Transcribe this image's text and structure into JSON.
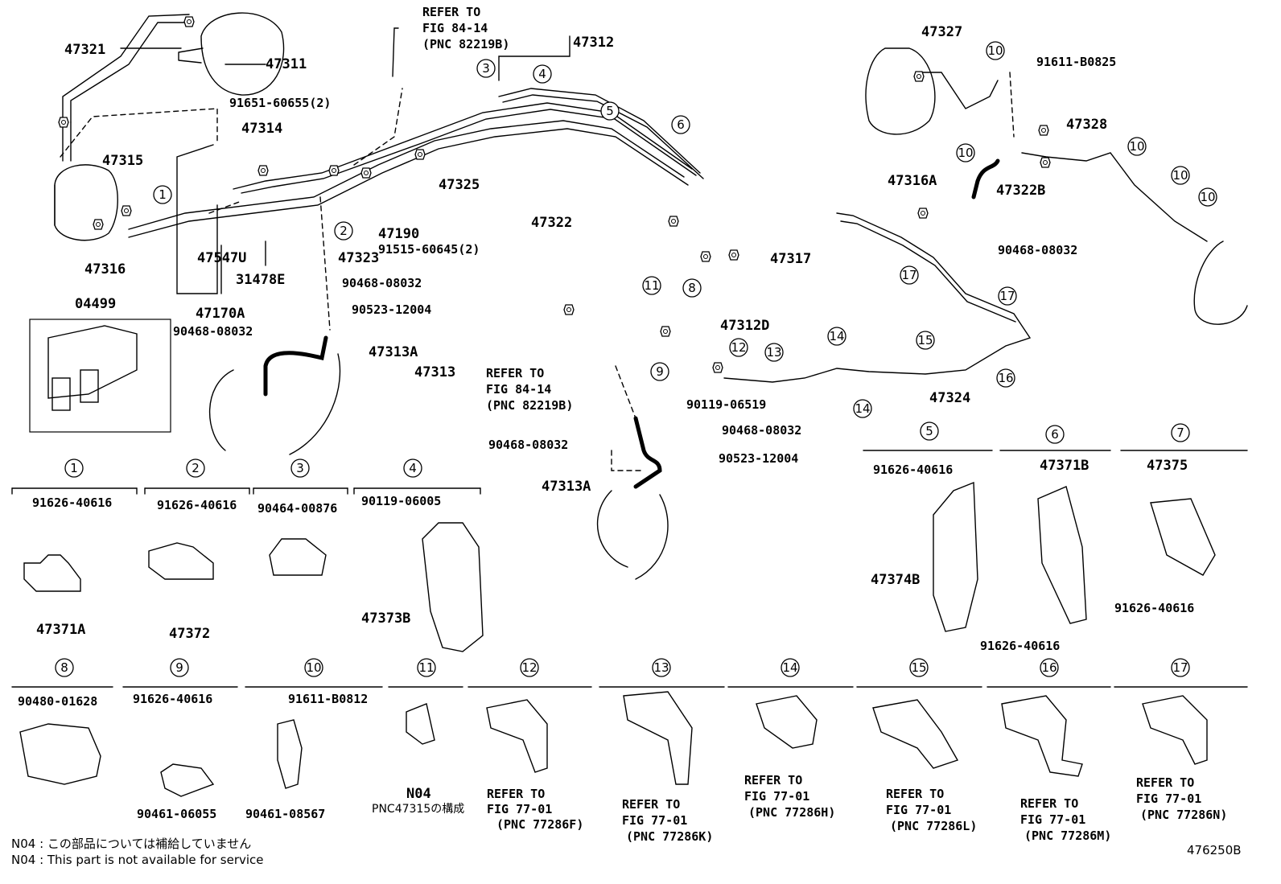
{
  "diagram_id": "476250B",
  "parts": {
    "p47321": "47321",
    "p47311": "47311",
    "p47312": "47312",
    "refer_top_1": "REFER TO",
    "refer_top_2": "FIG 84-14",
    "refer_top_3": "(PNC 82219B)",
    "p47327": "47327",
    "p91611_b0825": "91611-B0825",
    "p91651": "91651-60655(2)",
    "p47314": "47314",
    "p47315": "47315",
    "p47325": "47325",
    "p47328": "47328",
    "p47316a": "47316A",
    "p47322b": "47322B",
    "p47322": "47322",
    "p47190": "47190",
    "p91515": "91515-60645(2)",
    "p47323": "47323",
    "p47317": "47317",
    "p47316": "47316",
    "p47547u": "47547U",
    "p31478e": "31478E",
    "p90468_a": "90468-08032",
    "p90468_b": "90468-08032",
    "p47170a": "47170A",
    "p90523_a": "90523-12004",
    "p04499": "04499",
    "p90468_c": "90468-08032",
    "p47313a_a": "47313A",
    "p47312d": "47312D",
    "p47313": "47313",
    "refer_mid_1": "REFER TO",
    "refer_mid_2": "FIG 84-14",
    "refer_mid_3": "(PNC 82219B)",
    "p47324": "47324",
    "p90119_06519": "90119-06519",
    "p90468_d": "90468-08032",
    "p90468_e": "90468-08032",
    "p90523_b": "90523-12004",
    "p47313a_b": "47313A"
  },
  "callouts": [
    "1",
    "2",
    "3",
    "4",
    "5",
    "6",
    "7",
    "8",
    "9",
    "10",
    "11",
    "12",
    "13",
    "14",
    "15",
    "16",
    "17"
  ],
  "details": {
    "d1_part": "91626-40616",
    "d1_name": "47371A",
    "d2_part": "91626-40616",
    "d2_name": "47372",
    "d3_part": "90464-00876",
    "d4_part": "90119-06005",
    "d4_name": "47373B",
    "d5_part": "91626-40616",
    "d5_name": "47374B",
    "d6_part": "47371B",
    "d6_bolt": "91626-40616",
    "d7_part": "47375",
    "d7_bolt": "91626-40616",
    "d8_part": "90480-01628",
    "d9_part": "91626-40616",
    "d9_name": "90461-06055",
    "d10_part": "91611-B0812",
    "d10_name": "90461-08567",
    "d11_name": "N04",
    "d11_cap": "PNC47315の構成",
    "d12_1": "REFER TO",
    "d12_2": "FIG 77-01",
    "d12_3": "(PNC 77286F)",
    "d13_1": "REFER TO",
    "d13_2": "FIG 77-01",
    "d13_3": "(PNC 77286K)",
    "d14_1": "REFER TO",
    "d14_2": "FIG 77-01",
    "d14_3": "(PNC 77286H)",
    "d15_1": "REFER TO",
    "d15_2": "FIG 77-01",
    "d15_3": "(PNC 77286L)",
    "d16_1": "REFER TO",
    "d16_2": "FIG 77-01",
    "d16_3": "(PNC 77286M)",
    "d17_1": "REFER TO",
    "d17_2": "FIG 77-01",
    "d17_3": "(PNC 77286N)"
  },
  "notes": {
    "jp": "N04 : この部品については補給していません",
    "en": "N04 : This part is not available for service"
  }
}
